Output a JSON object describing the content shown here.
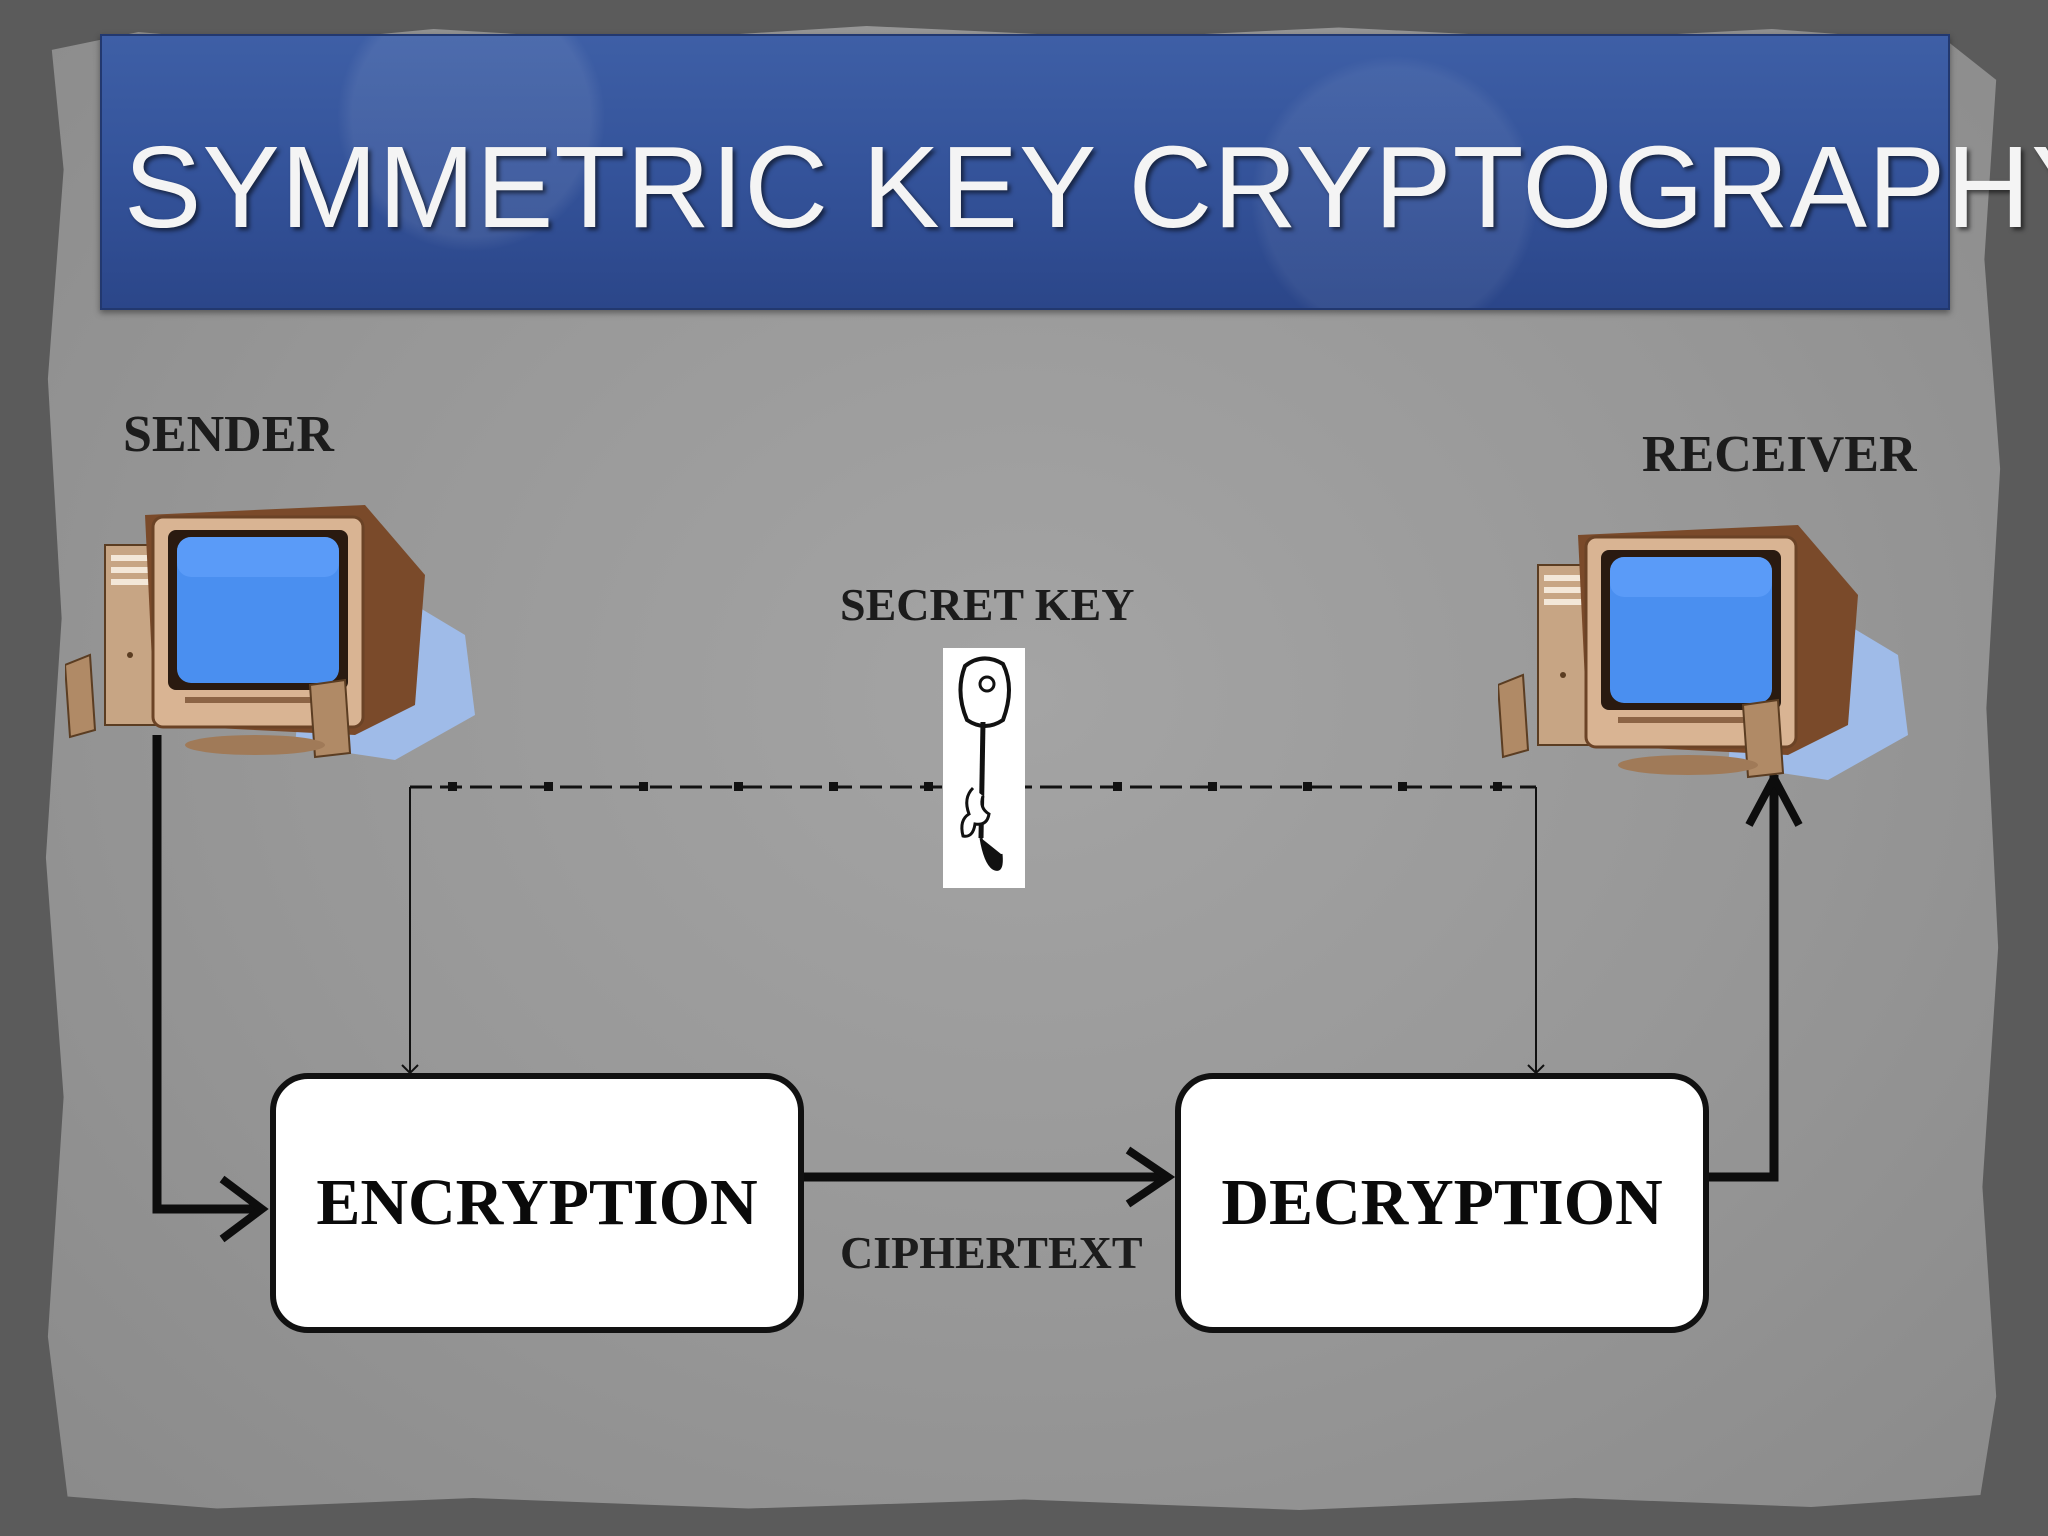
{
  "title": "SYMMETRIC KEY CRYPTOGRAPHY",
  "labels": {
    "sender": "SENDER",
    "receiver": "RECEIVER",
    "secret_key": "SECRET KEY",
    "ciphertext": "CIPHERTEXT"
  },
  "boxes": {
    "encryption": "ENCRYPTION",
    "decryption": "DECRYPTION"
  },
  "icons": {
    "sender": "desktop-computer-icon",
    "receiver": "desktop-computer-icon",
    "key": "key-icon"
  },
  "colors": {
    "banner": "#34539a",
    "screen": "#4a8ff0",
    "case": "#c29a78"
  }
}
